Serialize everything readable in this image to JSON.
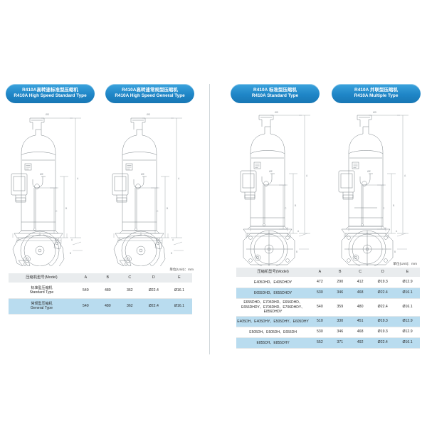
{
  "page": {
    "unit_note": "单位(Unit)：mm"
  },
  "left_panel": {
    "badges": [
      {
        "cn": "R410A高转速标准型压缩机",
        "en": "R410A High Speed Standard Type"
      },
      {
        "cn": "R410A高转速常规型压缩机",
        "en": "R410A High Speed General Type"
      }
    ],
    "drawings": [
      {
        "name": "compressor-elevation-standard",
        "dim_labels": [
          "A",
          "B",
          "C"
        ],
        "callouts": [
          "ØD",
          "ØE"
        ]
      },
      {
        "name": "compressor-elevation-general",
        "dim_labels": [
          "A",
          "B",
          "C"
        ],
        "callouts": [
          "ØD",
          "ØE"
        ]
      }
    ],
    "table": {
      "headers": [
        "压缩机型号(Model)",
        "A",
        "B",
        "C",
        "D",
        "E"
      ],
      "rows": [
        {
          "model_cn": "标准型压缩机",
          "model_en": "Standard Type",
          "A": "540",
          "B": "480",
          "C": "362",
          "D": "Ø22.4",
          "E": "Ø16.1",
          "highlight": false
        },
        {
          "model_cn": "常规型压缩机",
          "model_en": "General Type",
          "A": "540",
          "B": "480",
          "C": "362",
          "D": "Ø22.4",
          "E": "Ø16.1",
          "highlight": true
        }
      ]
    }
  },
  "right_panel": {
    "badges": [
      {
        "cn": "R410A 标准型压缩机",
        "en": "R410A Standard Type"
      },
      {
        "cn": "R410A 并联型压缩机",
        "en": "R410A Multiple Type"
      }
    ],
    "drawings": [
      {
        "name": "compressor-elevation-standard",
        "dim_labels": [
          "A",
          "B",
          "C"
        ],
        "callouts": [
          "ØD",
          "ØE"
        ]
      },
      {
        "name": "compressor-elevation-multiple",
        "dim_labels": [
          "A",
          "B",
          "C"
        ],
        "callouts": [
          "ØD",
          "ØE"
        ]
      }
    ],
    "table": {
      "headers": [
        "压缩机型号(Model)",
        "A",
        "B",
        "C",
        "D",
        "E"
      ],
      "rows": [
        {
          "model": "E405DHD、E405DHDY",
          "A": "472",
          "B": "290",
          "C": "412",
          "D": "Ø19.3",
          "E": "Ø12.9",
          "highlight": false,
          "tall": false
        },
        {
          "model": "E655DHD、E655DHDY",
          "A": "530",
          "B": "346",
          "C": "468",
          "D": "Ø22.4",
          "E": "Ø16.1",
          "highlight": true,
          "tall": false
        },
        {
          "model": "E655DHD、E705DHD、E656DHD、E656DHDY、E706DHD、E706DHDY、E856DHDY",
          "A": "540",
          "B": "359",
          "C": "480",
          "D": "Ø22.4",
          "E": "Ø16.1",
          "highlight": false,
          "tall": true
        },
        {
          "model": "E405DH、E405DHY、E505DHY、E605DHY",
          "A": "510",
          "B": "330",
          "C": "451",
          "D": "Ø19.3",
          "E": "Ø12.9",
          "highlight": true,
          "tall": false
        },
        {
          "model": "E505DH、E605DH、E655DH",
          "A": "530",
          "B": "346",
          "C": "468",
          "D": "Ø19.3",
          "E": "Ø12.9",
          "highlight": false,
          "tall": false
        },
        {
          "model": "E855DH、E855DHY",
          "A": "552",
          "B": "371",
          "C": "492",
          "D": "Ø22.4",
          "E": "Ø16.1",
          "highlight": true,
          "tall": false
        }
      ]
    }
  },
  "colors": {
    "badge_blue": "#1f86c7",
    "row_highlight": "#b9dcef",
    "header_gray": "#e9ecee",
    "line_gray": "#8d9499"
  }
}
